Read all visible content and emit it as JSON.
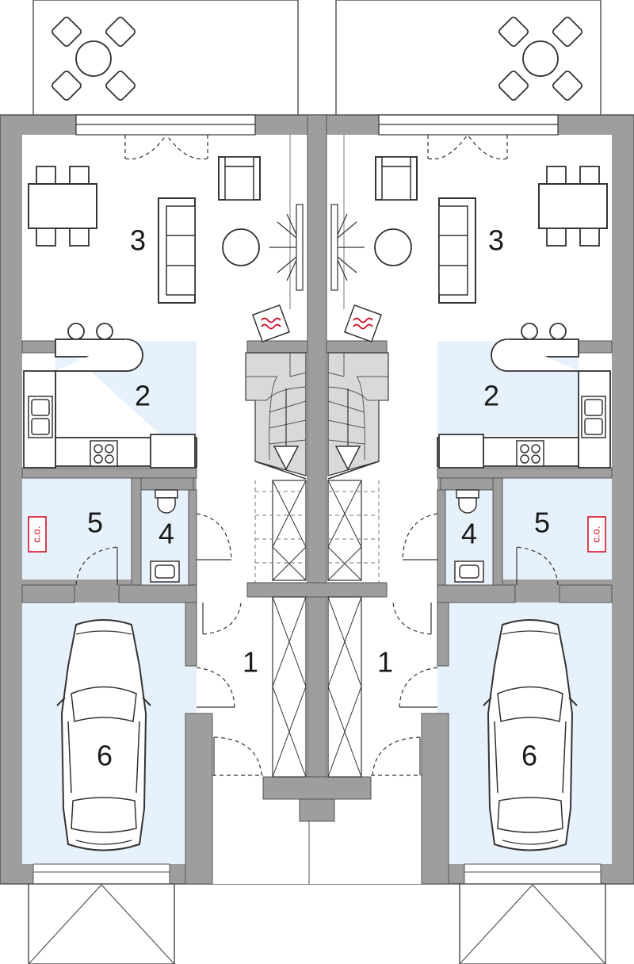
{
  "plan": {
    "units": [
      {
        "side": "left",
        "rooms": {
          "entrance": "1",
          "kitchen": "2",
          "living": "3",
          "wc": "4",
          "boiler": "5",
          "garage": "6"
        },
        "boiler_tag": "c.o."
      },
      {
        "side": "right",
        "rooms": {
          "entrance": "1",
          "kitchen": "2",
          "living": "3",
          "wc": "4",
          "boiler": "5",
          "garage": "6"
        },
        "boiler_tag": "c.o."
      }
    ],
    "colors": {
      "wall": "#9e9e9e",
      "wall_stroke": "#555555",
      "floor": "#ffffff",
      "wet_floor": "#e7f1fb",
      "stair_grey": "#d9d9d9",
      "line": "#333333",
      "tag_red": "#d0021b"
    },
    "icons": [
      "dining-table-icon",
      "sofa-icon",
      "armchair-icon",
      "coffee-table-icon",
      "sink-icon",
      "cooktop-icon",
      "toilet-icon",
      "washbasin-icon",
      "car-icon",
      "fireplace-icon",
      "stairs-arrow-icon",
      "patio-table-icon"
    ]
  }
}
